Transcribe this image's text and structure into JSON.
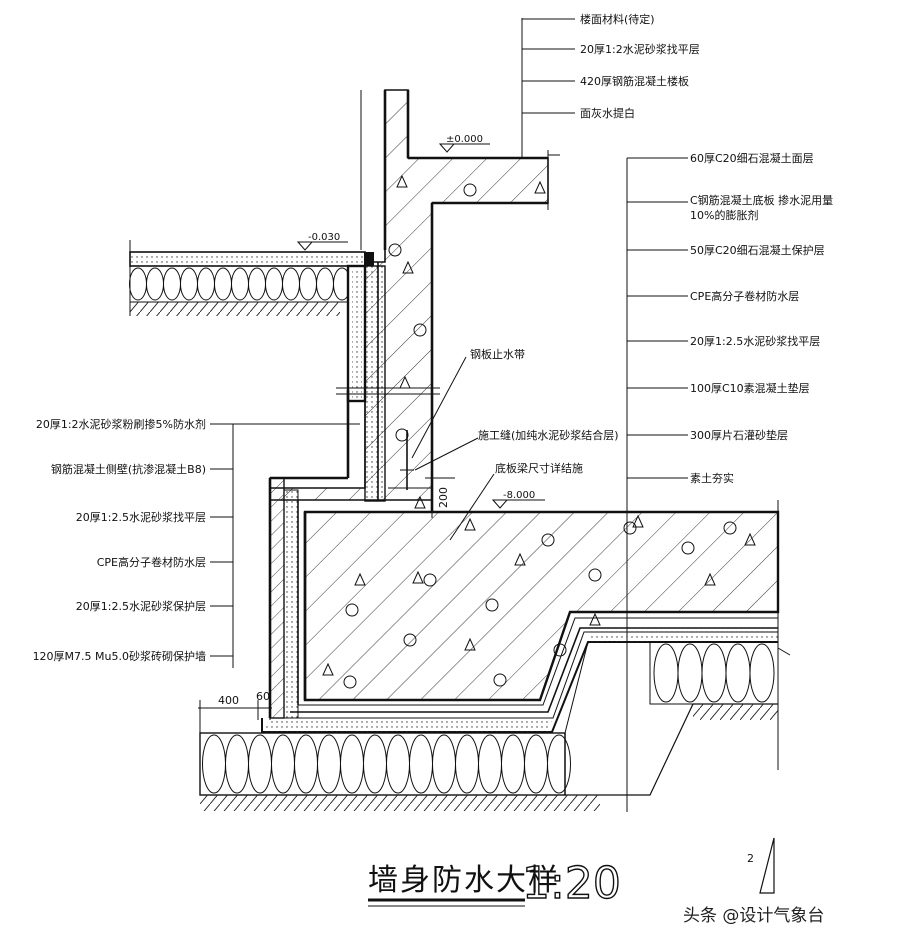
{
  "labels": {
    "top_right": [
      "楼面材料(待定)",
      "20厚1:2水泥砂浆找平层",
      "420厚钢筋混凝土楼板",
      "面灰水提白"
    ],
    "right": [
      "60厚C20细石混凝土面层",
      "C钢筋混凝土底板  掺水泥用量",
      "10%的膨胀剂",
      "50厚C20细石混凝土保护层",
      "CPE高分子卷材防水层",
      "20厚1:2.5水泥砂浆找平层",
      "100厚C10素混凝土垫层",
      "300厚片石灌砂垫层",
      "素土夯实"
    ],
    "left": [
      "20厚1:2水泥砂浆粉刷掺5%防水剂",
      "钢筋混凝土侧壁(抗渗混凝土B8)",
      "20厚1:2.5水泥砂浆找平层",
      "CPE高分子卷材防水层",
      "20厚1:2.5水泥砂浆保护层",
      "120厚M7.5  Mu5.0砂浆砖砌保护墙"
    ],
    "center": [
      "钢板止水带",
      "施工缝(加纯水泥砂浆结合层)",
      "底板梁尺寸详结施"
    ]
  },
  "levels": {
    "top": "±0.000",
    "mid": "-0.030",
    "bottom": "-8.000"
  },
  "dims": {
    "d400": "400",
    "d60": "60",
    "d200": "200"
  },
  "title": {
    "text": "墙身防水大样",
    "scale": "1:20"
  },
  "section_mark": "2",
  "watermark": "头条 @设计气象台"
}
